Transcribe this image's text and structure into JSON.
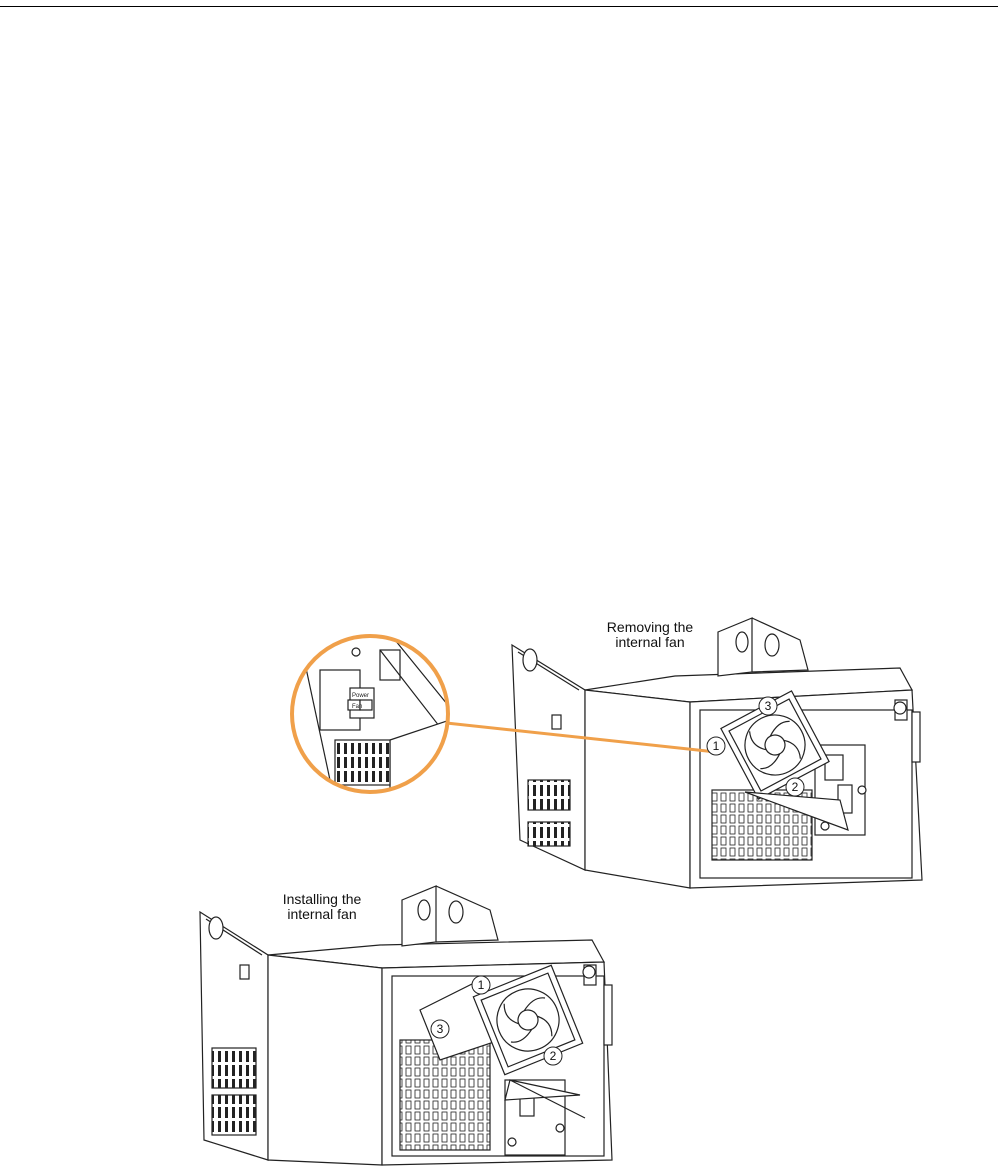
{
  "colors": {
    "highlight": "#f0a04a",
    "line": "#222222",
    "background": "#ffffff"
  },
  "captions": {
    "removing": [
      "Removing the",
      "internal fan"
    ],
    "installing": [
      "Installing the",
      "internal fan"
    ]
  },
  "callouts": {
    "removing": [
      "1",
      "2",
      "3"
    ],
    "installing": [
      "1",
      "2",
      "3"
    ]
  },
  "zoom_labels": [
    "Power",
    "Fan"
  ]
}
